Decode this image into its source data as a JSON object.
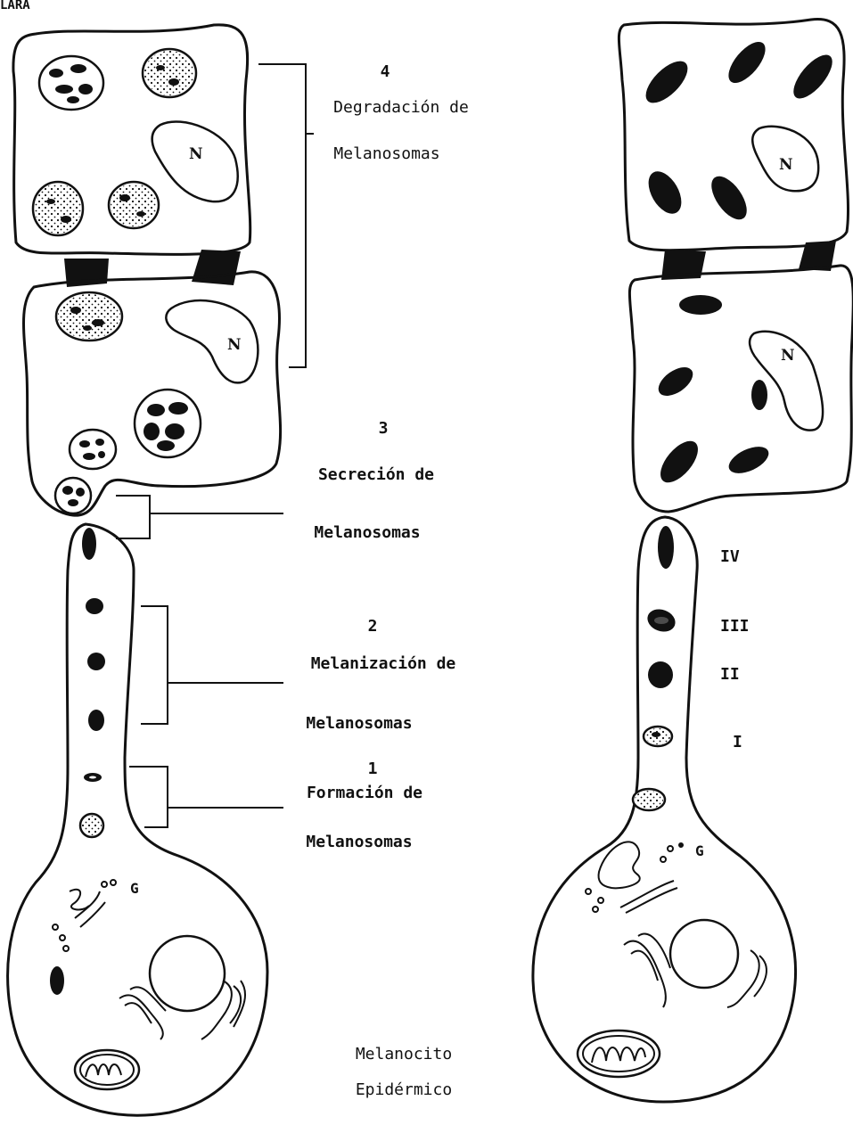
{
  "corner_text": "LARA",
  "stages": {
    "stage4": {
      "number": "4",
      "line1": "Degradación de",
      "line2": "Melanosomas"
    },
    "stage3": {
      "number": "3",
      "line1": "Secreción de",
      "line2": "Melanosomas"
    },
    "stage2": {
      "number": "2",
      "line1": "Melanización de",
      "line2": "Melanosomas"
    },
    "stage1": {
      "number": "1",
      "line1": "Formación de",
      "line2": "Melanosomas"
    }
  },
  "nucleus_label": "N",
  "golgi_label": "G",
  "cell_label": {
    "line1": "Melanocito",
    "line2": "Epidérmico"
  },
  "phase_labels": [
    "IV",
    "III",
    "II",
    "I"
  ]
}
